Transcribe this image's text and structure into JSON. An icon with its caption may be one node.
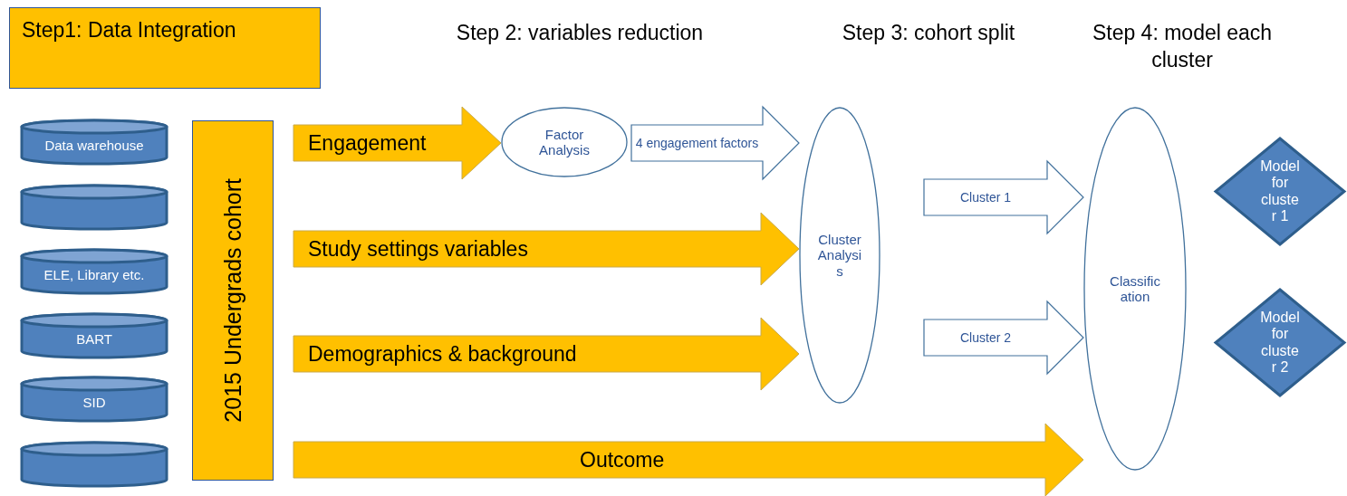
{
  "diagram": {
    "nodes": [
      {
        "text": [
          "Step1: Data Integration"
        ]
      },
      {
        "text": [
          "Data warehouse"
        ]
      },
      {
        "text": [],
        "shape": "cylinder"
      },
      {
        "text": [
          "ELE, Library etc."
        ]
      },
      {
        "text": [
          "BART"
        ]
      },
      {
        "text": [
          "SID"
        ]
      },
      {
        "text": [],
        "shape": "cylinder"
      },
      {
        "text": [
          "2015 Undergrads cohort"
        ]
      },
      {
        "text": [
          "Factor Analysis"
        ]
      },
      {
        "text": [
          "Cluster Analysis"
        ]
      },
      {
        "text": [
          "Classification"
        ]
      },
      {
        "text": [
          "Model for cluster 1"
        ]
      },
      {
        "text": [
          "Model for cluster 2"
        ]
      }
    ],
    "edges": [
      {
        "from": 7,
        "to": 8,
        "arrow": "to",
        "label": "Engagement",
        "style": "thick",
        "color": "#ffc000"
      },
      {
        "from": 8,
        "to": 9,
        "arrow": "to",
        "label": "4 engagement factors",
        "style": "thick"
      },
      {
        "from": 7,
        "to": 9,
        "arrow": "to",
        "label": "Study settings variables",
        "style": "thick",
        "color": "#ffc000"
      },
      {
        "from": 7,
        "to": 9,
        "arrow": "to",
        "label": "Demographics & background",
        "style": "thick",
        "color": "#ffc000"
      },
      {
        "from": 7,
        "to": 10,
        "arrow": "to",
        "label": "Outcome",
        "style": "thick",
        "color": "#ffc000"
      },
      {
        "from": 9,
        "to": 10,
        "arrow": "to",
        "label": "Cluster 1",
        "style": "thick"
      },
      {
        "from": 9,
        "to": 10,
        "arrow": "to",
        "label": "Cluster 2",
        "style": "thick"
      }
    ],
    "labels": [
      "Step 2: variables reduction",
      "Step 3: cohort split",
      "Step 4: model each cluster"
    ]
  }
}
